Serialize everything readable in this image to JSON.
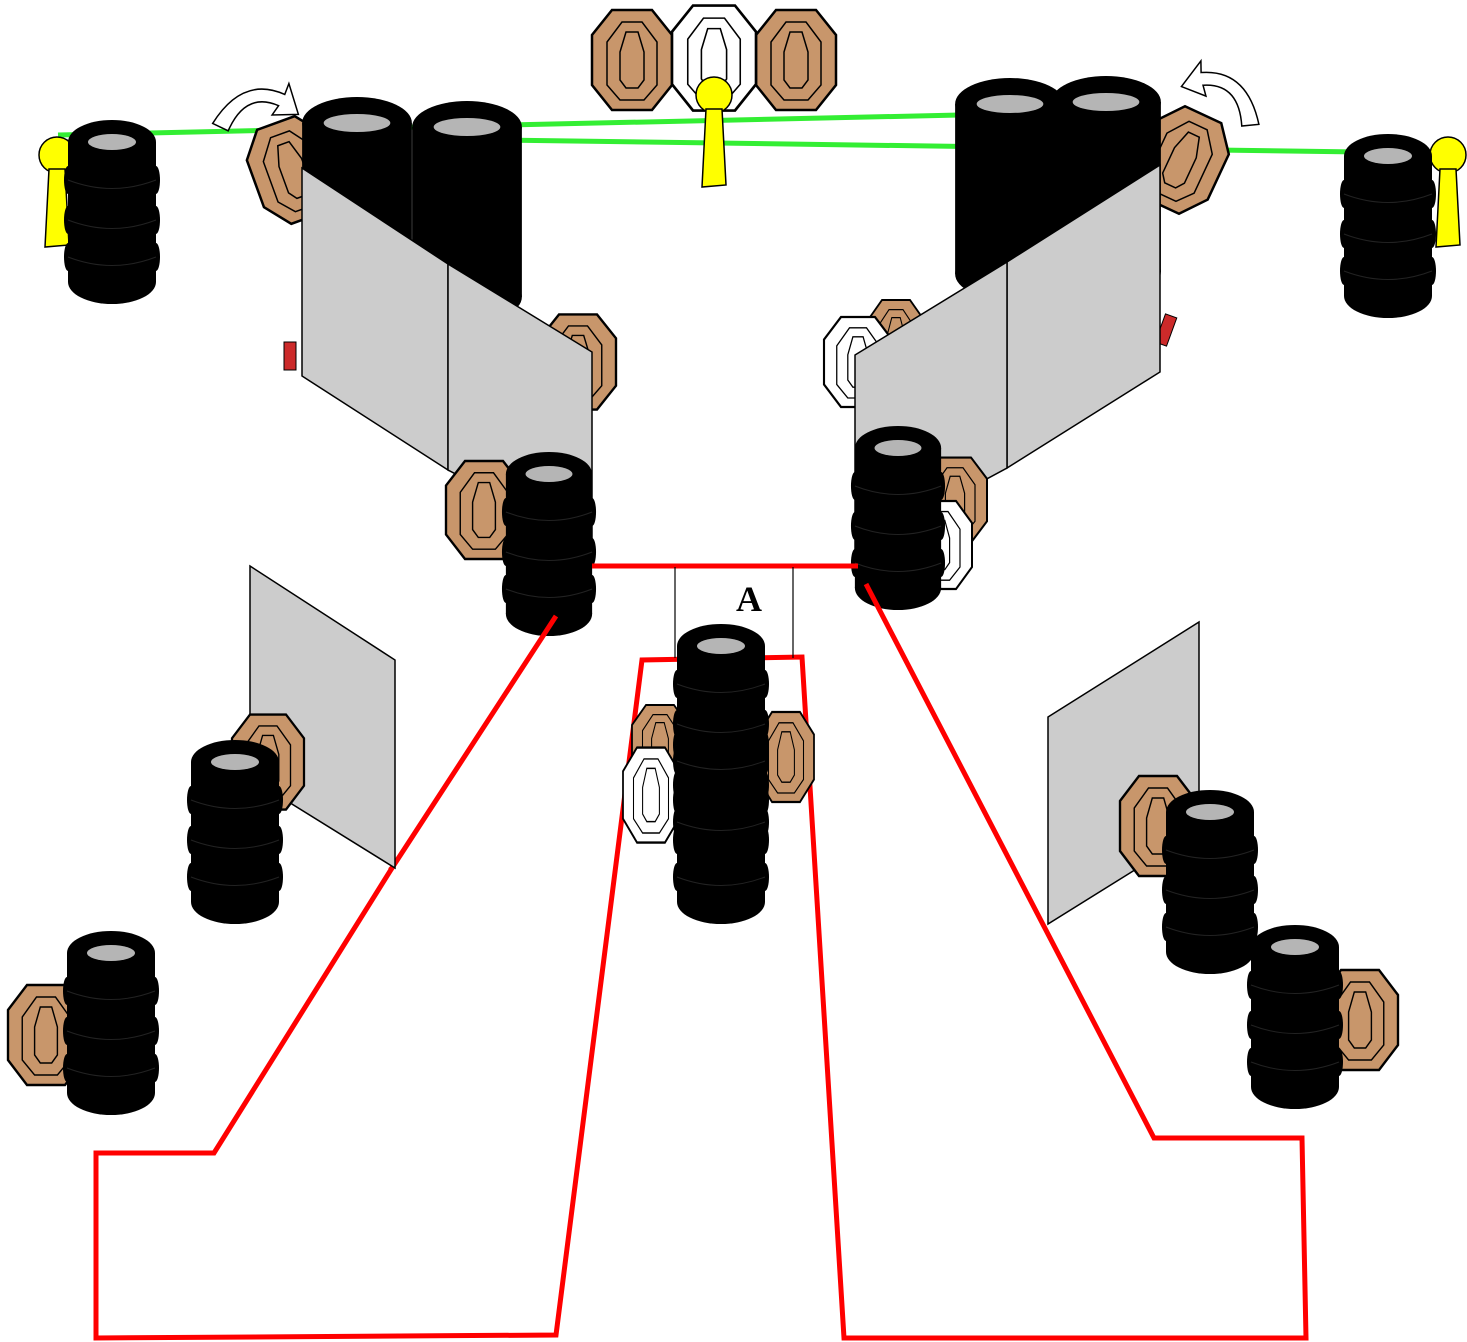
{
  "diagram": {
    "labels": {
      "box_a": "A"
    },
    "colors": {
      "fault_line": "#ff0000",
      "target_cardboard": "#c8966b",
      "target_noshoot": "#ffffff",
      "barrel_stack": "#000000",
      "barrel_top": "#b5b5b5",
      "barricade_wall": "#cccccc",
      "activator_wire": "#33ee33",
      "popper_yellow": "#ffff00",
      "swinger_arrow": "#ffffff",
      "red_plate": "#cc2a2a"
    },
    "elements": [
      "shooting-area-fault-lines",
      "start-box-a",
      "tire-stacks",
      "paper-targets",
      "no-shoot-targets",
      "barricade-walls",
      "yellow-poppers",
      "activator-wires",
      "swinger-arrows"
    ]
  }
}
